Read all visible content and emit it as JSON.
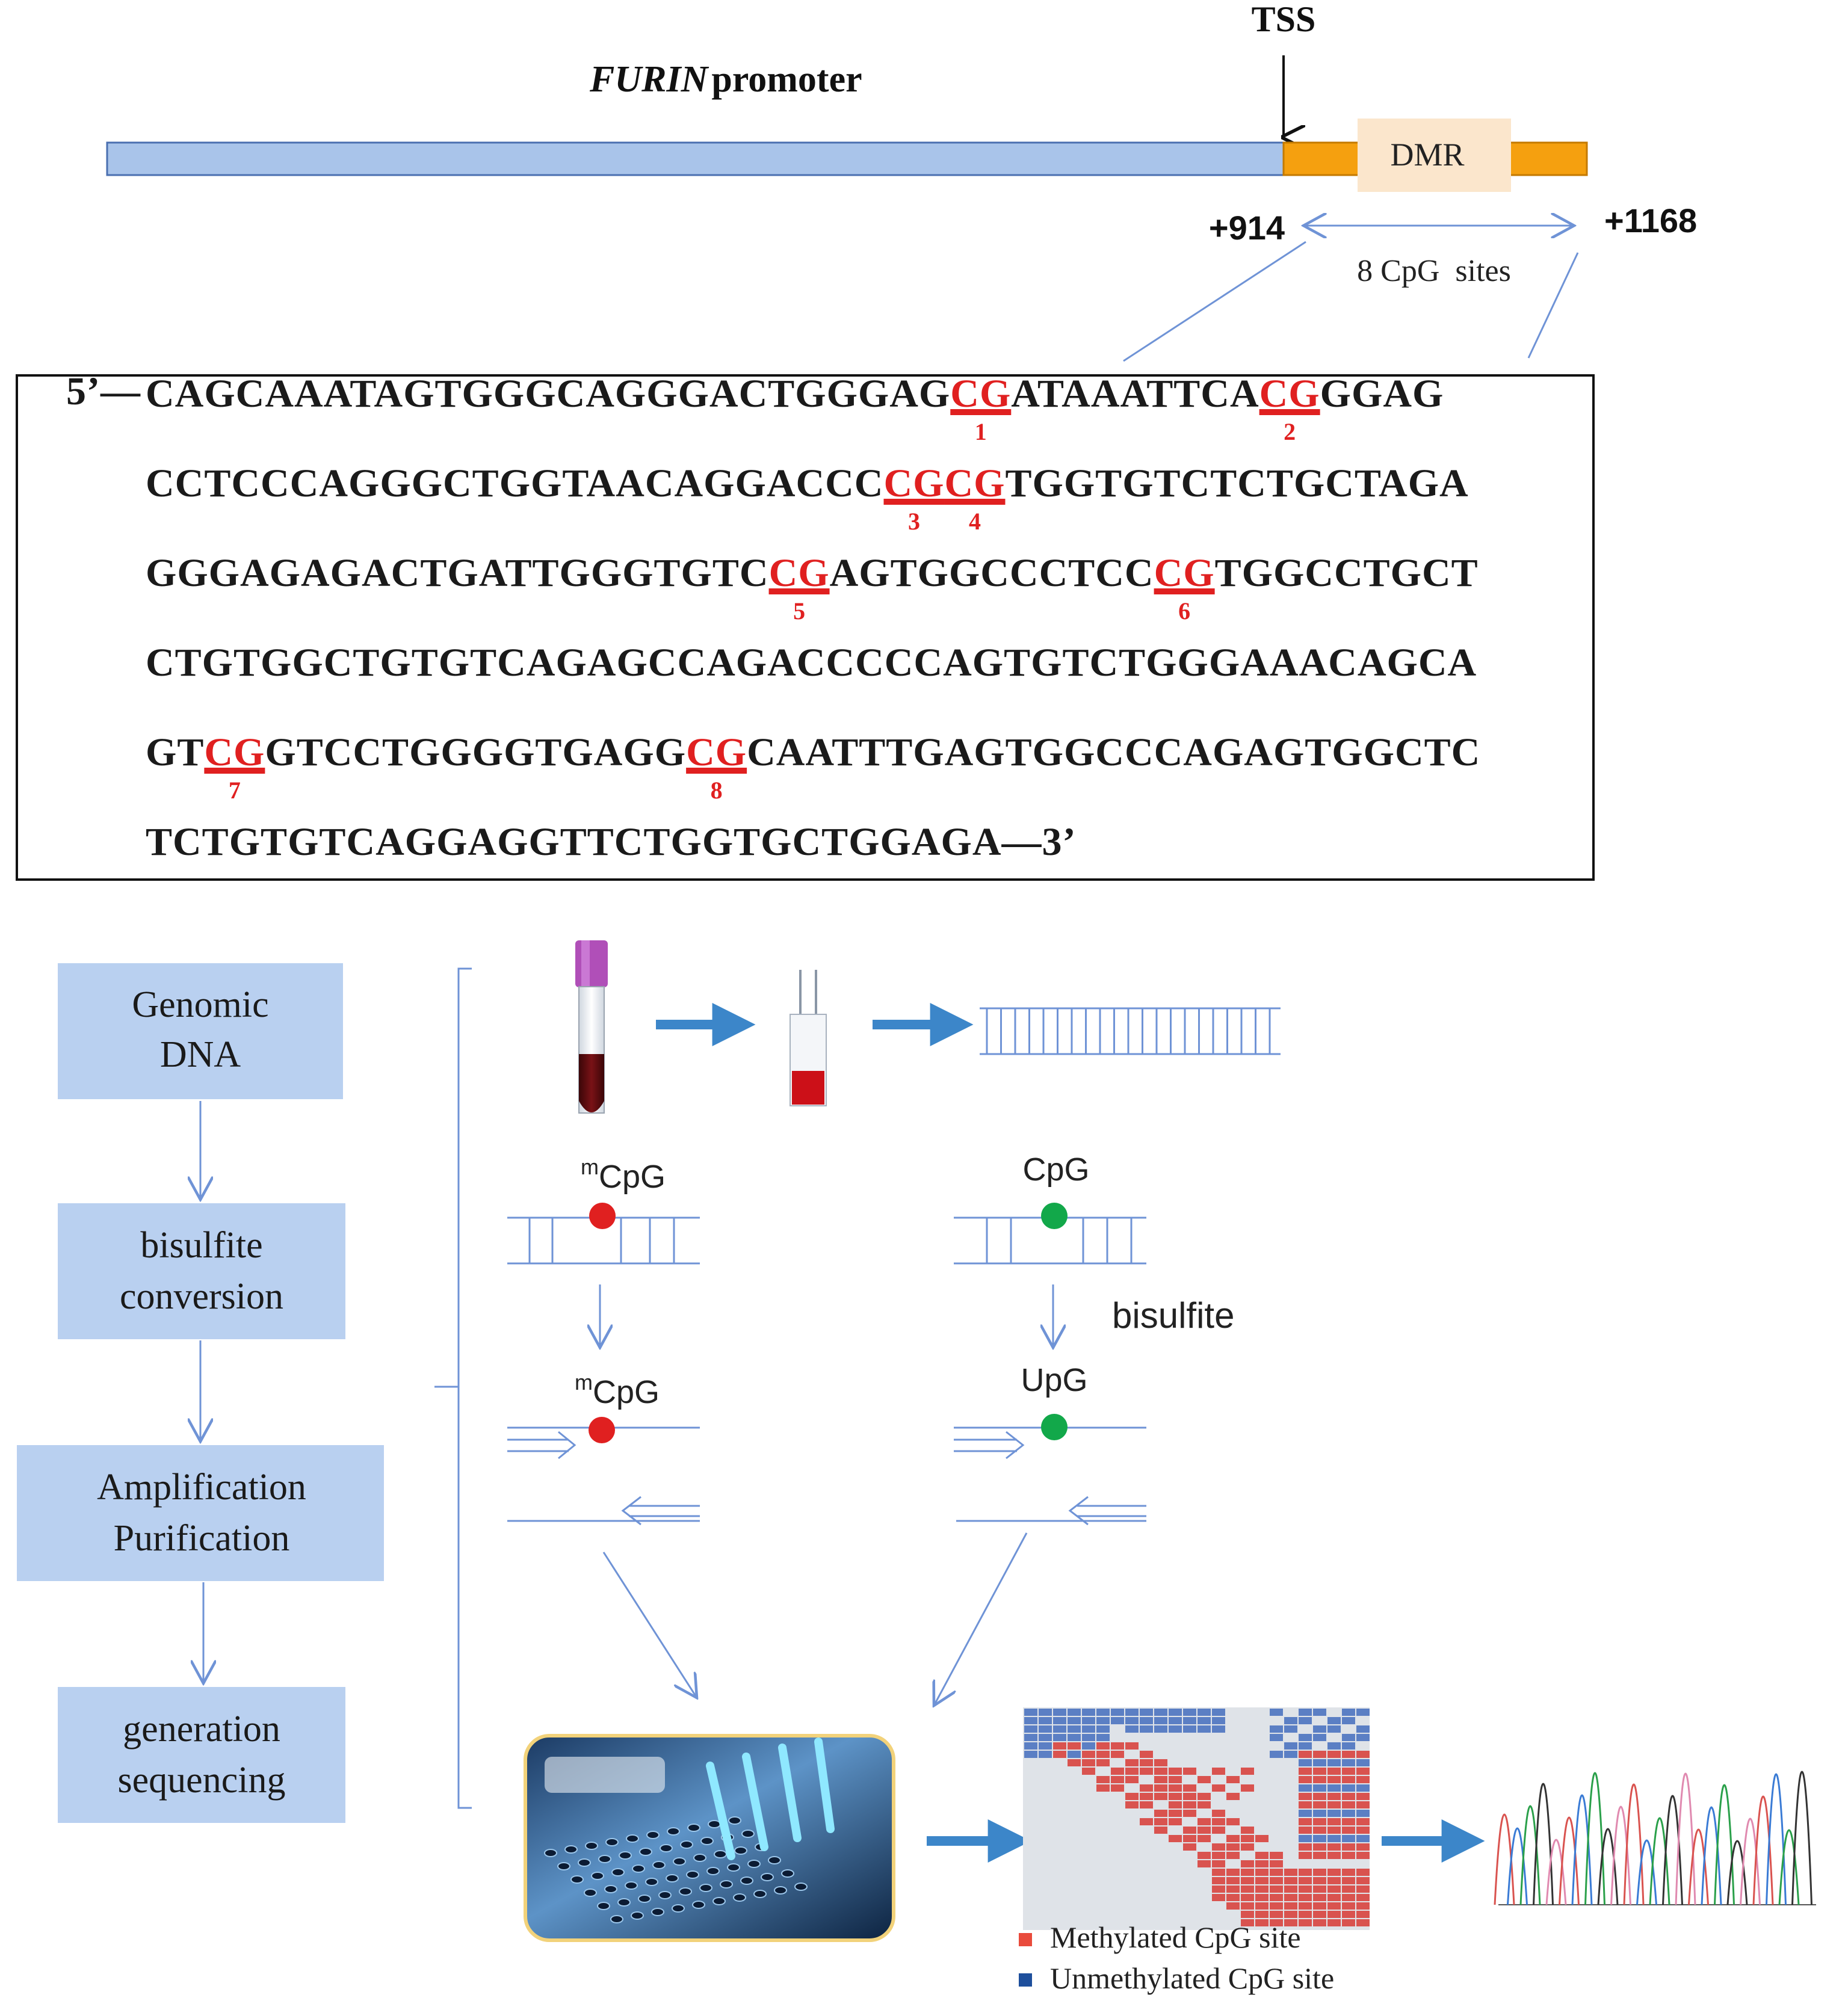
{
  "promoter": {
    "gene": "FURIN",
    "label_suffix": "promoter",
    "tss_label": "TSS",
    "dmr_label": "DMR",
    "start_label": "+914",
    "end_label": "+1168",
    "sites_label": "8 CpG  sites"
  },
  "sequence": {
    "prefix": "5’—",
    "suffix": "—3’",
    "lines": [
      [
        {
          "t": "CAGCAAATAGTGGGCAGGGACTGGGAG"
        },
        {
          "t": "CG",
          "n": "1"
        },
        {
          "t": "ATAAATTCA"
        },
        {
          "t": "CG",
          "n": "2"
        },
        {
          "t": "GGAG"
        }
      ],
      [
        {
          "t": "CCTCCCAGGGCTGGTAACAGGACCC"
        },
        {
          "t": "CG",
          "n": "3"
        },
        {
          "t": "CG",
          "n": "4"
        },
        {
          "t": "TGGTGTCTCTGCTAGA"
        }
      ],
      [
        {
          "t": "GGGAGAGACTGATTGGGTGTC"
        },
        {
          "t": "CG",
          "n": "5"
        },
        {
          "t": "AGTGGCCCTCC"
        },
        {
          "t": "CG",
          "n": "6"
        },
        {
          "t": "TGGCCTGCT"
        }
      ],
      [
        {
          "t": "CTGTGGCTGTGTCAGAGCCAGACCCCCAGTGTCTGGGAAACAGCA"
        }
      ],
      [
        {
          "t": "GT"
        },
        {
          "t": "CG",
          "n": "7"
        },
        {
          "t": "GTCCTGGGGTGAGG"
        },
        {
          "t": "CG",
          "n": "8"
        },
        {
          "t": "CAATTTGAGTGGCCCAGAGTGGCTC"
        }
      ],
      [
        {
          "t": "TCTGTGTCAGGAGGTTCTGGTGCTGGAGA"
        }
      ]
    ]
  },
  "workflow": {
    "steps": [
      {
        "line1": "Genomic",
        "line2": "DNA"
      },
      {
        "line1": "bisulfite",
        "line2": "conversion"
      },
      {
        "line1": "Amplification",
        "line2": "Purification"
      },
      {
        "line1": "generation",
        "line2": "sequencing"
      }
    ]
  },
  "conversion": {
    "mcpg_sup": "m",
    "mcpg_label": "CpG",
    "cpg_label": "CpG",
    "upg_label": "UpG",
    "bisulfite_label": "bisulfite"
  },
  "legend": {
    "methylated": "Methylated CpG site",
    "unmethylated": "Unmethylated CpG site"
  },
  "colors": {
    "promoter_bar": "#a9c4ea",
    "exon_bar": "#f5a00f",
    "dmr_box": "#fbe6cc",
    "step_box": "#b9d0f0",
    "line_blue": "#6f93d6",
    "arrow_blue": "#3c86c9",
    "methylated": "#d9534f",
    "unmethylated": "#5b7fc4",
    "cpg_red": "#e02020",
    "cpg_green": "#12a84a"
  }
}
